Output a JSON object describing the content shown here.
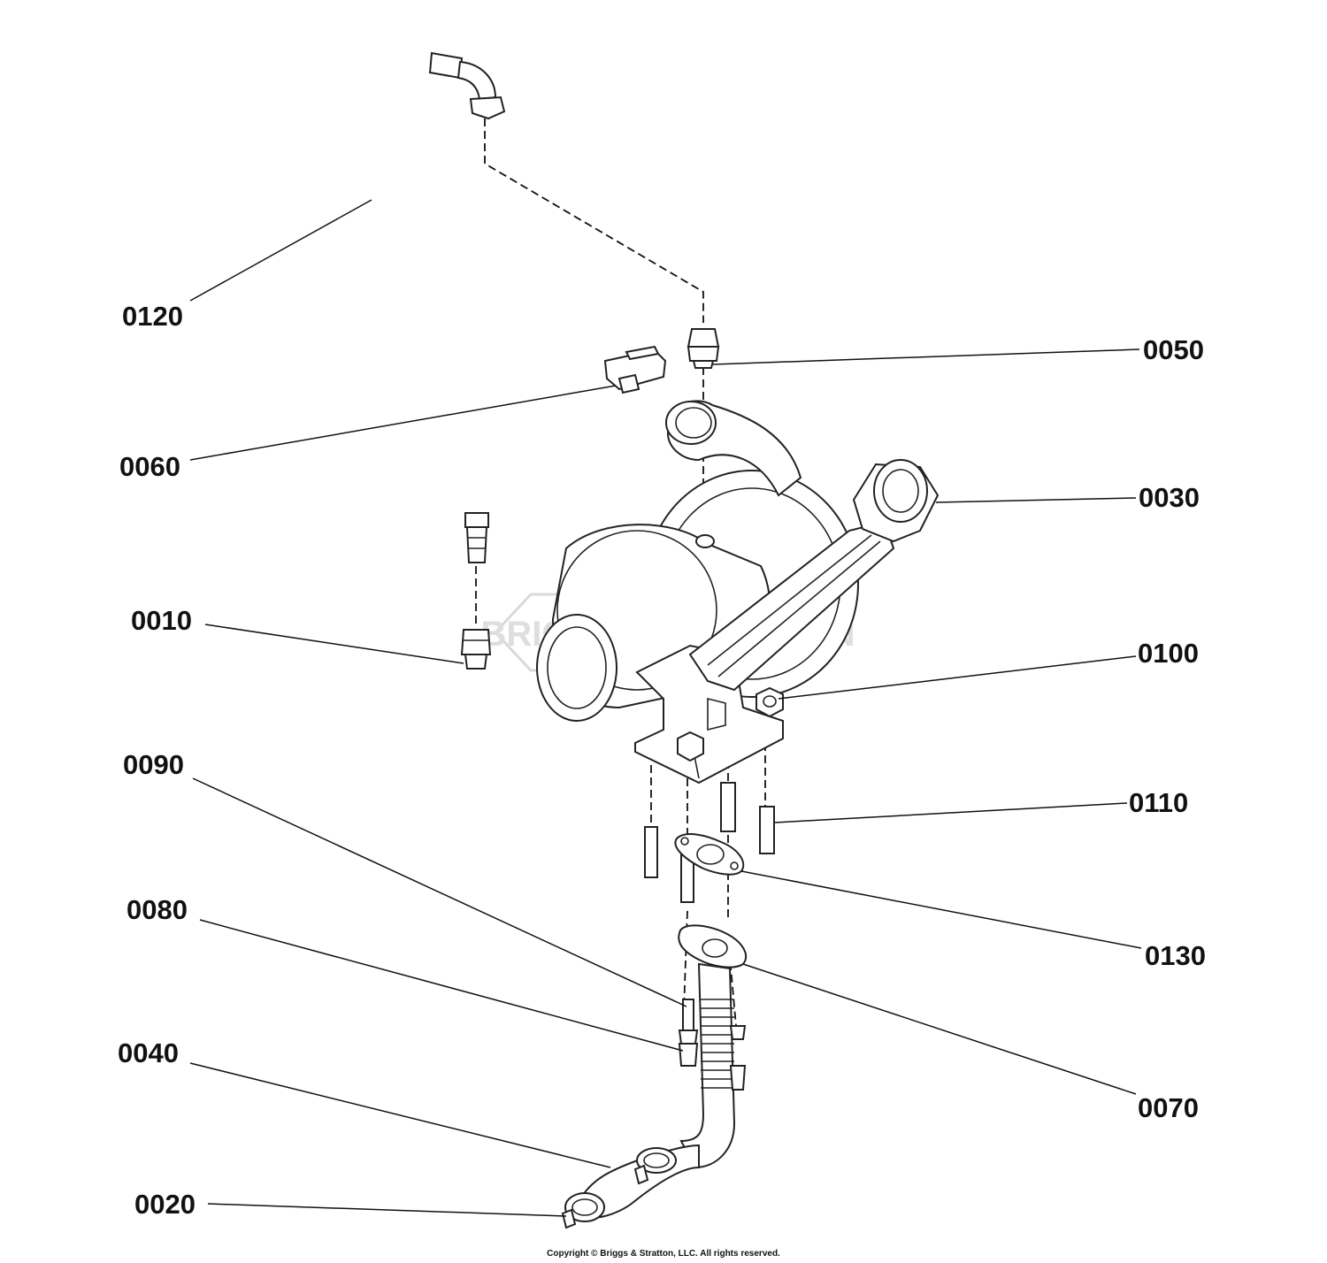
{
  "diagram": {
    "callouts": [
      {
        "id": "0120",
        "label": "0120"
      },
      {
        "id": "0050",
        "label": "0050"
      },
      {
        "id": "0060",
        "label": "0060"
      },
      {
        "id": "0030",
        "label": "0030"
      },
      {
        "id": "0010",
        "label": "0010"
      },
      {
        "id": "0100",
        "label": "0100"
      },
      {
        "id": "0090",
        "label": "0090"
      },
      {
        "id": "0110",
        "label": "0110"
      },
      {
        "id": "0080",
        "label": "0080"
      },
      {
        "id": "0130",
        "label": "0130"
      },
      {
        "id": "0040",
        "label": "0040"
      },
      {
        "id": "0070",
        "label": "0070"
      },
      {
        "id": "0020",
        "label": "0020"
      }
    ],
    "watermark_text": "BRIGGS & STRATTON",
    "copyright": "Copyright © Briggs & Stratton, LLC. All rights reserved."
  },
  "colors": {
    "line": "#222222",
    "watermark": "#d9d9d9",
    "background": "#ffffff"
  }
}
